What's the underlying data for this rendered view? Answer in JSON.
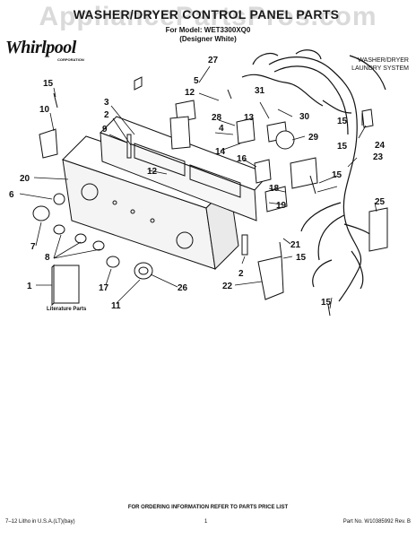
{
  "watermark": "AppliancePartsPros.com",
  "header": {
    "title": "WASHER/DRYER CONTROL PANEL PARTS",
    "model_line": "For Model: WET3300XQ0",
    "variant_line": "(Designer White)",
    "brand": "Whirlpool",
    "brand_sub": "CORPORATION",
    "system_line1": "WASHER/DRYER",
    "system_line2": "LAUNDRY SYSTEM"
  },
  "literature_label": "Literature Parts",
  "callouts": {
    "c27": "27",
    "c5": "5",
    "c12a": "12",
    "c15a": "15",
    "c3": "3",
    "c31": "31",
    "c10": "10",
    "c2a": "2",
    "c28": "28",
    "c13": "13",
    "c30": "30",
    "c9": "9",
    "c4": "4",
    "c15b": "15",
    "c29": "29",
    "c24": "24",
    "c12b": "12",
    "c14": "14",
    "c16": "16",
    "c15c": "15",
    "c23": "23",
    "c20": "20",
    "c18": "18",
    "c15d": "15",
    "c6": "6",
    "c19": "19",
    "c25": "25",
    "c7": "7",
    "c21": "21",
    "c8": "8",
    "c2b": "2",
    "c1": "1",
    "c17": "17",
    "c26": "26",
    "c22": "22",
    "c15e": "15",
    "c11": "11",
    "c15f": "15"
  },
  "footer": {
    "ordering": "FOR ORDERING INFORMATION REFER TO PARTS PRICE LIST",
    "litho": "7–12 Litho in U.S.A.(LT)(bay)",
    "page": "1",
    "part_no": "Part No. W10385992 Rev. B"
  }
}
